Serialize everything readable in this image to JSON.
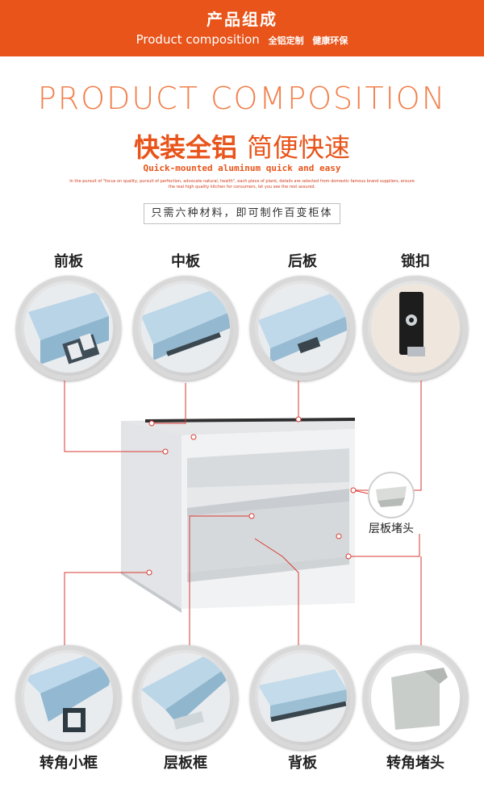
{
  "header": {
    "title": "产品组成",
    "subtitle": "Product composition",
    "tag1": "全铝定制",
    "tag2": "健康环保"
  },
  "big_title": "PRODUCT COMPOSITION",
  "headline": {
    "part1": "快装全铝",
    "part2": "简便快速"
  },
  "subheadline": "Quick-mounted aluminum quick and easy",
  "small_text_line1": "In the pursuit of \"focus on quality, pursuit of perfection, advocate natural, health\", each piece of plank, details are selected from domestic famous brand suppliers, ensure",
  "small_text_line2": "the real high quality kitchen for consumers, let you see the rest assured.",
  "notice": "只需六种材料，即可制作百变柜体",
  "parts_top": [
    {
      "label": "前板",
      "icon": "front-panel-profile"
    },
    {
      "label": "中板",
      "icon": "middle-panel-profile"
    },
    {
      "label": "后板",
      "icon": "back-panel-profile"
    },
    {
      "label": "锁扣",
      "icon": "lock-buckle"
    }
  ],
  "parts_bottom": [
    {
      "label": "转角小框",
      "icon": "corner-small-frame"
    },
    {
      "label": "层板框",
      "icon": "shelf-frame"
    },
    {
      "label": "背板",
      "icon": "back-board"
    },
    {
      "label": "转角堵头",
      "icon": "corner-end-cap"
    }
  ],
  "side_label": "层板堵头",
  "colors": {
    "accent": "#e8541a",
    "connector": "#d93a32"
  }
}
